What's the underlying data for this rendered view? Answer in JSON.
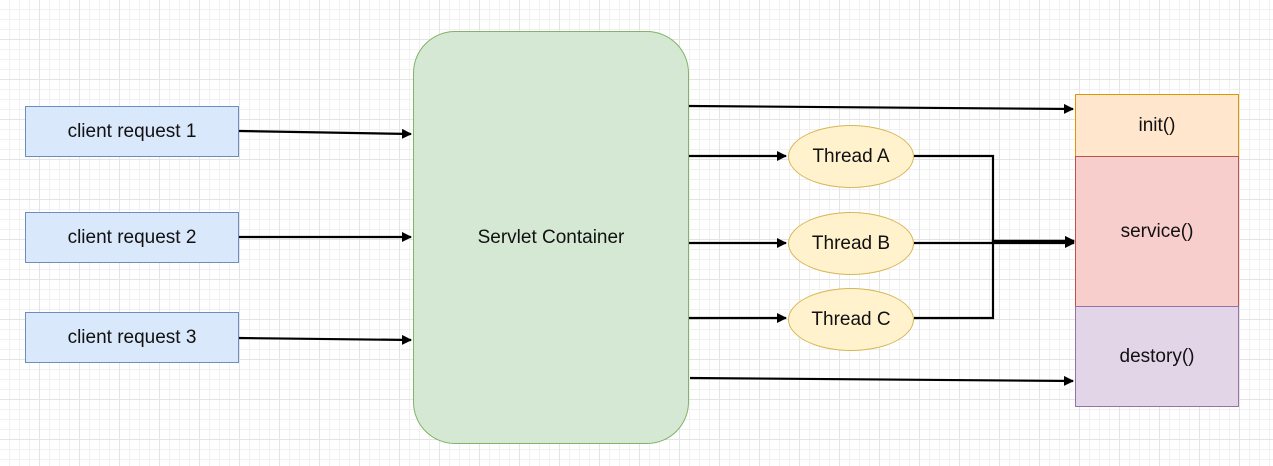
{
  "clients": [
    {
      "label": "client request 1"
    },
    {
      "label": "client request 2"
    },
    {
      "label": "client request 3"
    }
  ],
  "container": {
    "label": "Servlet Container"
  },
  "threads": [
    {
      "label": "Thread A"
    },
    {
      "label": "Thread B"
    },
    {
      "label": "Thread C"
    }
  ],
  "lifecycle": {
    "init": "init()",
    "service": "service()",
    "destroy": "destory()"
  },
  "colors": {
    "client_fill": "#dae8fc",
    "client_stroke": "#6c8ebf",
    "container_fill": "#d5e8d4",
    "container_stroke": "#82b366",
    "thread_fill": "#fff2cc",
    "thread_stroke": "#d6b656",
    "init_fill": "#ffe6cc",
    "service_fill": "#f8cecc",
    "destroy_fill": "#e1d5e7",
    "edge": "#000000"
  }
}
